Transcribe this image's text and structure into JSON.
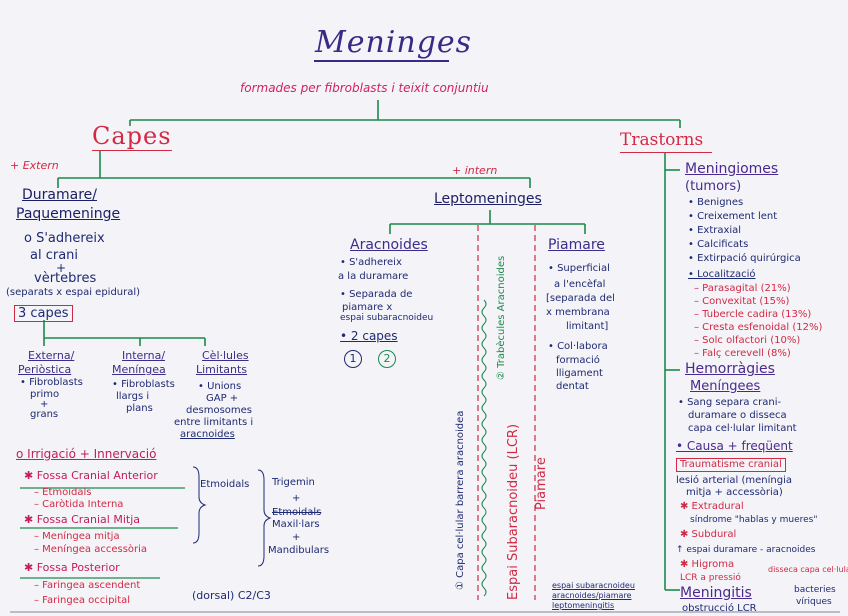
{
  "title": "Meninges",
  "subtitle": "formades per fibroblasts i teixit conjuntiu",
  "capes": {
    "heading": "Capes",
    "extern_label": "+ Extern",
    "intern_label": "+ intern",
    "duramare": {
      "heading1": "Duramare/",
      "heading2": "Paquemeninge",
      "lines": [
        "o S'adhereix",
        "al crani",
        "+",
        "vèrtebres",
        "(separats x espai epidural)"
      ],
      "capes_box": "3 capes",
      "externa": {
        "h1": "Externa/",
        "h2": "Periòstica",
        "lines": [
          "• Fibroblasts",
          "primo",
          "+",
          "grans"
        ]
      },
      "interna": {
        "h1": "Interna/",
        "h2": "Meníngea",
        "lines": [
          "• Fibroblasts",
          "llargs i",
          "plans"
        ]
      },
      "cellules": {
        "h1": "Cèl·lules",
        "h2": "Limitants",
        "lines": [
          "• Unions",
          "GAP +",
          "desmosomes",
          "entre limitants i",
          "aracnoides"
        ]
      }
    },
    "leptomeninges": {
      "heading": "Leptomeninges",
      "aracnoides": {
        "heading": "Aracnoides",
        "lines": [
          "• S'adhereix",
          "a la duramare",
          "• Separada de",
          "piamare x",
          "espai subaracnoideu"
        ],
        "capes": "• 2 capes",
        "n1": "1",
        "n2": "2"
      },
      "piamare": {
        "heading": "Piamare",
        "lines": [
          "• Superficial",
          "a l'encèfal",
          "[separada del",
          "x membrana",
          "limitant]",
          "• Col·labora",
          "formació",
          "lligament",
          "dentat"
        ]
      },
      "vertical_1": "① Capa cel·lular barrera aracnoidea",
      "vertical_2": "② Trabècules Aracnoides",
      "vertical_3": "Espai Subaracnoideu (LCR)",
      "vertical_4": "Piamare"
    }
  },
  "irrigacio": {
    "heading": "o Irrigació + Innervació",
    "anterior": {
      "heading": "✱ Fossa Cranial Anterior",
      "items": [
        "– Etmoidals",
        "– Caròtida Interna"
      ],
      "brace": "Etmoidals"
    },
    "mitja": {
      "heading": "✱ Fossa Cranial Mitja",
      "items": [
        "– Meníngea mitja",
        "– Meníngea accessòria"
      ]
    },
    "posterior": {
      "heading": "✱ Fossa Posterior",
      "items": [
        "– Faringea ascendent",
        "– Faringea occipital"
      ],
      "brace": "(dorsal) C2/C3"
    },
    "trigemin": [
      "Trigemin",
      "+",
      "Etmoidals",
      "Maxil·lars",
      "+",
      "Mandibulars"
    ]
  },
  "trastorns": {
    "heading": "Trastorns",
    "meningiomes": {
      "h1": "Meningiomes",
      "h2": "(tumors)",
      "items": [
        "• Benignes",
        "• Creixement lent",
        "• Extraxial",
        "• Calcificats",
        "• Extirpació quirúrgica"
      ],
      "loc": "• Localització",
      "loc_items": [
        "– Parasagital (21%)",
        "– Convexitat (15%)",
        "– Tubercle cadira (13%)",
        "– Cresta esfenoidal (12%)",
        "– Solc olfactori (10%)",
        "– Falç cerevell (8%)"
      ]
    },
    "hemorragies": {
      "h1": "Hemorràgies",
      "h2": "Meníngees",
      "items": [
        "• Sang separa crani-",
        "duramare o disseca",
        "capa cel·lular limitant"
      ],
      "causa": "• Causa + freqüent",
      "traumatisme": "Traumatisme cranial",
      "lesio": [
        "lesió arterial (meníngia",
        "mitja + accessòria)"
      ],
      "epidural": "✱ Extradural",
      "sindrome": "síndrome \"hablas y mueres\"",
      "subdural": "✱ Subdural",
      "espai": "↑ espai duramare - aracnoides",
      "higroma": "✱ Higroma",
      "lcr": "LCR a pressió",
      "disseca": "disseca capa cel·lular limit."
    },
    "meningitis": {
      "heading": "Meningitis",
      "obstruccio": "obstrucció LCR",
      "bacteries": "bacteries",
      "viriques": "víriques",
      "extra": [
        "espai subaracnoideu",
        "aracnoides/piamare",
        "leptomeningitis"
      ]
    }
  }
}
